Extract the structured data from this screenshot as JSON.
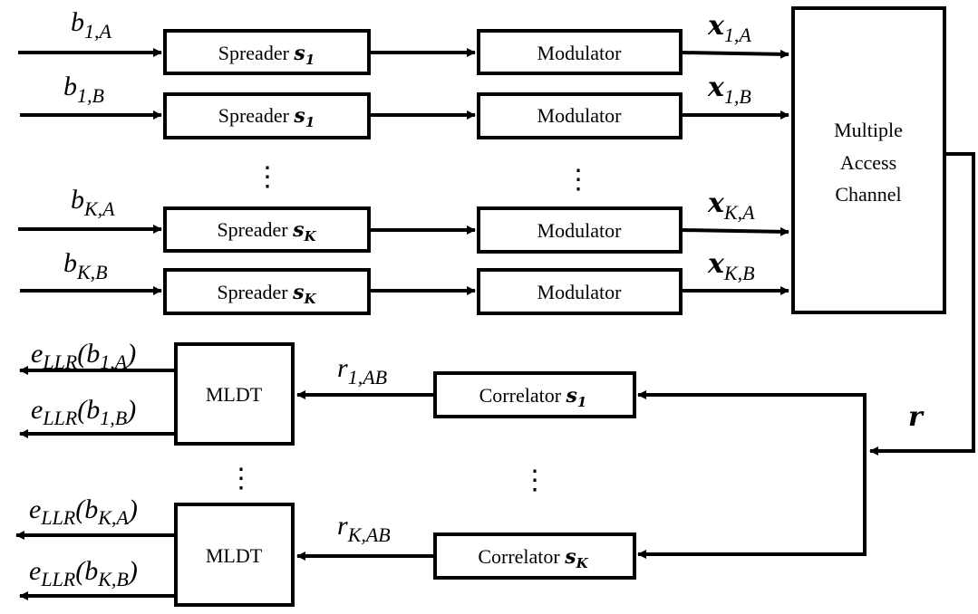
{
  "inputs": {
    "b1A": {
      "base": "b",
      "sub": "1,A"
    },
    "b1B": {
      "base": "b",
      "sub": "1,B"
    },
    "bKA": {
      "base": "b",
      "sub": "K,A"
    },
    "bKB": {
      "base": "b",
      "sub": "K,B"
    }
  },
  "spreaders": [
    {
      "label": "Spreader",
      "code_base": "s",
      "code_sub": "1"
    },
    {
      "label": "Spreader",
      "code_base": "s",
      "code_sub": "1"
    },
    {
      "label": "Spreader",
      "code_base": "s",
      "code_sub": "K"
    },
    {
      "label": "Spreader",
      "code_base": "s",
      "code_sub": "K"
    }
  ],
  "modulators": [
    "Modulator",
    "Modulator",
    "Modulator",
    "Modulator"
  ],
  "tx_signals": [
    {
      "base": "x",
      "sub": "1,A"
    },
    {
      "base": "x",
      "sub": "1,B"
    },
    {
      "base": "x",
      "sub": "K,A"
    },
    {
      "base": "x",
      "sub": "K,B"
    }
  ],
  "channel": {
    "line1": "Multiple",
    "line2": "Access",
    "line3": "Channel"
  },
  "received": {
    "label": "r"
  },
  "correlators": [
    {
      "label": "Correlator",
      "code_base": "s",
      "code_sub": "1"
    },
    {
      "label": "Correlator",
      "code_base": "s",
      "code_sub": "K"
    }
  ],
  "corr_outputs": [
    {
      "base": "r",
      "sub": "1,AB"
    },
    {
      "base": "r",
      "sub": "K,AB"
    }
  ],
  "mldt": [
    "MLDT",
    "MLDT"
  ],
  "llr_outputs": [
    {
      "e": "e",
      "e_sub": "LLR",
      "b": "b",
      "b_sub": "1,A"
    },
    {
      "e": "e",
      "e_sub": "LLR",
      "b": "b",
      "b_sub": "1,B"
    },
    {
      "e": "e",
      "e_sub": "LLR",
      "b": "b",
      "b_sub": "K,A"
    },
    {
      "e": "e",
      "e_sub": "LLR",
      "b": "b",
      "b_sub": "K,B"
    }
  ],
  "ellipsis": "⋮"
}
